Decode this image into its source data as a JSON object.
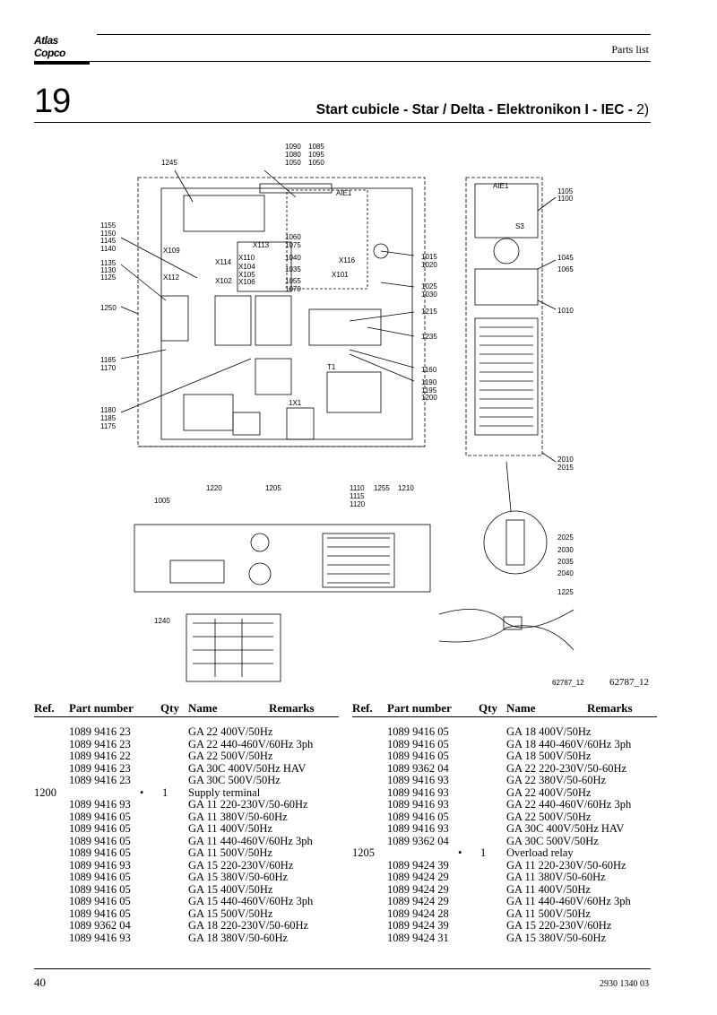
{
  "header": {
    "logo_text": "Atlas Copco",
    "section_label": "Parts list"
  },
  "chapter": {
    "number": "19",
    "title_main": "Start cubicle - Star / Delta - Elektronikon I - IEC - ",
    "title_suffix": "2)"
  },
  "drawing": {
    "number_small": "62787_12",
    "number_large": "62787_12",
    "callouts": {
      "c1090": "1090",
      "c1080": "1080",
      "c1050a": "1050",
      "c1085": "1085",
      "c1095": "1095",
      "c1050b": "1050",
      "c1245": "1245",
      "c1155": "1155",
      "c1150": "1150",
      "c1145": "1145",
      "c1140": "1140",
      "c1135": "1135",
      "c1130": "1130",
      "c1125": "1125",
      "c1250": "1250",
      "c1165": "1165",
      "c1170": "1170",
      "c1180": "1180",
      "c1185": "1185",
      "c1175": "1175",
      "c1060": "1060",
      "c1075": "1075",
      "c1040": "1040",
      "c1035": "1035",
      "c1055": "1055",
      "c1070": "1070",
      "c1015": "1015",
      "c1020": "1020",
      "c1025": "1025",
      "c1030": "1030",
      "c1215": "1215",
      "c1235": "1235",
      "c1160": "1160",
      "c1190": "1190",
      "c1195": "1195",
      "c1200": "1200",
      "c1220": "1220",
      "c1205": "1205",
      "c1110": "1110",
      "c1115": "1115",
      "c1120": "1120",
      "c1255": "1255",
      "c1210": "1210",
      "c1105": "1105",
      "c1100": "1100",
      "c1045": "1045",
      "c1065": "1065",
      "c1010": "1010",
      "c2010": "2010",
      "c2015": "2015",
      "c1005": "1005",
      "c2025": "2025",
      "c2030": "2030",
      "c2035": "2035",
      "c2040": "2040",
      "c1225": "1225",
      "c1240": "1240"
    },
    "labels": {
      "aie1": "AIE1",
      "x113": "X113",
      "x110": "X110",
      "x104": "X104",
      "x105": "X105",
      "x106": "X106",
      "x114": "X114",
      "x109": "X109",
      "x112": "X112",
      "x102": "X102",
      "x116": "X116",
      "x101": "X101",
      "t1": "T1",
      "k1": "1X1",
      "s3": "S3"
    }
  },
  "table": {
    "headers": {
      "ref": "Ref.",
      "part_number": "Part number",
      "qty": "Qty",
      "name": "Name",
      "remarks": "Remarks"
    },
    "left_rows": [
      {
        "ref": "",
        "pn": "1089 9416 23",
        "dot": "",
        "qty": "",
        "name": "GA 22 400V/50Hz"
      },
      {
        "ref": "",
        "pn": "1089 9416 23",
        "dot": "",
        "qty": "",
        "name": "GA 22 440-460V/60Hz 3ph"
      },
      {
        "ref": "",
        "pn": "1089 9416 22",
        "dot": "",
        "qty": "",
        "name": "GA 22 500V/50Hz"
      },
      {
        "ref": "",
        "pn": "1089 9416 23",
        "dot": "",
        "qty": "",
        "name": "GA 30C 400V/50Hz HAV"
      },
      {
        "ref": "",
        "pn": "1089 9416 23",
        "dot": "",
        "qty": "",
        "name": "GA 30C 500V/50Hz"
      },
      {
        "ref": "1200",
        "pn": "",
        "dot": "•",
        "qty": "1",
        "name": "Supply terminal"
      },
      {
        "ref": "",
        "pn": "1089 9416 93",
        "dot": "",
        "qty": "",
        "name": "GA 11 220-230V/50-60Hz"
      },
      {
        "ref": "",
        "pn": "1089 9416 05",
        "dot": "",
        "qty": "",
        "name": "GA 11 380V/50-60Hz"
      },
      {
        "ref": "",
        "pn": "1089 9416 05",
        "dot": "",
        "qty": "",
        "name": "GA 11 400V/50Hz"
      },
      {
        "ref": "",
        "pn": "1089 9416 05",
        "dot": "",
        "qty": "",
        "name": "GA 11 440-460V/60Hz 3ph"
      },
      {
        "ref": "",
        "pn": "1089 9416 05",
        "dot": "",
        "qty": "",
        "name": "GA 11 500V/50Hz"
      },
      {
        "ref": "",
        "pn": "1089 9416 93",
        "dot": "",
        "qty": "",
        "name": "GA 15 220-230V/60Hz"
      },
      {
        "ref": "",
        "pn": "1089 9416 05",
        "dot": "",
        "qty": "",
        "name": "GA 15 380V/50-60Hz"
      },
      {
        "ref": "",
        "pn": "1089 9416 05",
        "dot": "",
        "qty": "",
        "name": "GA 15 400V/50Hz"
      },
      {
        "ref": "",
        "pn": "1089 9416 05",
        "dot": "",
        "qty": "",
        "name": "GA 15 440-460V/60Hz 3ph"
      },
      {
        "ref": "",
        "pn": "1089 9416 05",
        "dot": "",
        "qty": "",
        "name": "GA 15 500V/50Hz"
      },
      {
        "ref": "",
        "pn": "1089 9362 04",
        "dot": "",
        "qty": "",
        "name": "GA 18 220-230V/50-60Hz"
      },
      {
        "ref": "",
        "pn": "1089 9416 93",
        "dot": "",
        "qty": "",
        "name": "GA 18 380V/50-60Hz"
      }
    ],
    "right_rows": [
      {
        "ref": "",
        "pn": "1089 9416 05",
        "dot": "",
        "qty": "",
        "name": "GA 18 400V/50Hz"
      },
      {
        "ref": "",
        "pn": "1089 9416 05",
        "dot": "",
        "qty": "",
        "name": "GA 18 440-460V/60Hz 3ph"
      },
      {
        "ref": "",
        "pn": "1089 9416 05",
        "dot": "",
        "qty": "",
        "name": "GA 18 500V/50Hz"
      },
      {
        "ref": "",
        "pn": "1089 9362 04",
        "dot": "",
        "qty": "",
        "name": "GA 22 220-230V/50-60Hz"
      },
      {
        "ref": "",
        "pn": "1089 9416 93",
        "dot": "",
        "qty": "",
        "name": "GA 22 380V/50-60Hz"
      },
      {
        "ref": "",
        "pn": "1089 9416 93",
        "dot": "",
        "qty": "",
        "name": "GA 22 400V/50Hz"
      },
      {
        "ref": "",
        "pn": "1089 9416 93",
        "dot": "",
        "qty": "",
        "name": "GA 22 440-460V/60Hz 3ph"
      },
      {
        "ref": "",
        "pn": "1089 9416 05",
        "dot": "",
        "qty": "",
        "name": "GA 22 500V/50Hz"
      },
      {
        "ref": "",
        "pn": "1089 9416 93",
        "dot": "",
        "qty": "",
        "name": "GA 30C 400V/50Hz HAV"
      },
      {
        "ref": "",
        "pn": "1089 9362 04",
        "dot": "",
        "qty": "",
        "name": "GA 30C 500V/50Hz"
      },
      {
        "ref": "1205",
        "pn": "",
        "dot": "•",
        "qty": "1",
        "name": "Overload relay"
      },
      {
        "ref": "",
        "pn": "1089 9424 39",
        "dot": "",
        "qty": "",
        "name": "GA 11 220-230V/50-60Hz"
      },
      {
        "ref": "",
        "pn": "1089 9424 29",
        "dot": "",
        "qty": "",
        "name": "GA 11 380V/50-60Hz"
      },
      {
        "ref": "",
        "pn": "1089 9424 29",
        "dot": "",
        "qty": "",
        "name": "GA 11 400V/50Hz"
      },
      {
        "ref": "",
        "pn": "1089 9424 29",
        "dot": "",
        "qty": "",
        "name": "GA 11 440-460V/60Hz 3ph"
      },
      {
        "ref": "",
        "pn": "1089 9424 28",
        "dot": "",
        "qty": "",
        "name": "GA 11 500V/50Hz"
      },
      {
        "ref": "",
        "pn": "1089 9424 39",
        "dot": "",
        "qty": "",
        "name": "GA 15 220-230V/60Hz"
      },
      {
        "ref": "",
        "pn": "1089 9424 31",
        "dot": "",
        "qty": "",
        "name": "GA 15 380V/50-60Hz"
      }
    ]
  },
  "footer": {
    "page_number": "40",
    "doc_number": "2930 1340 03"
  }
}
